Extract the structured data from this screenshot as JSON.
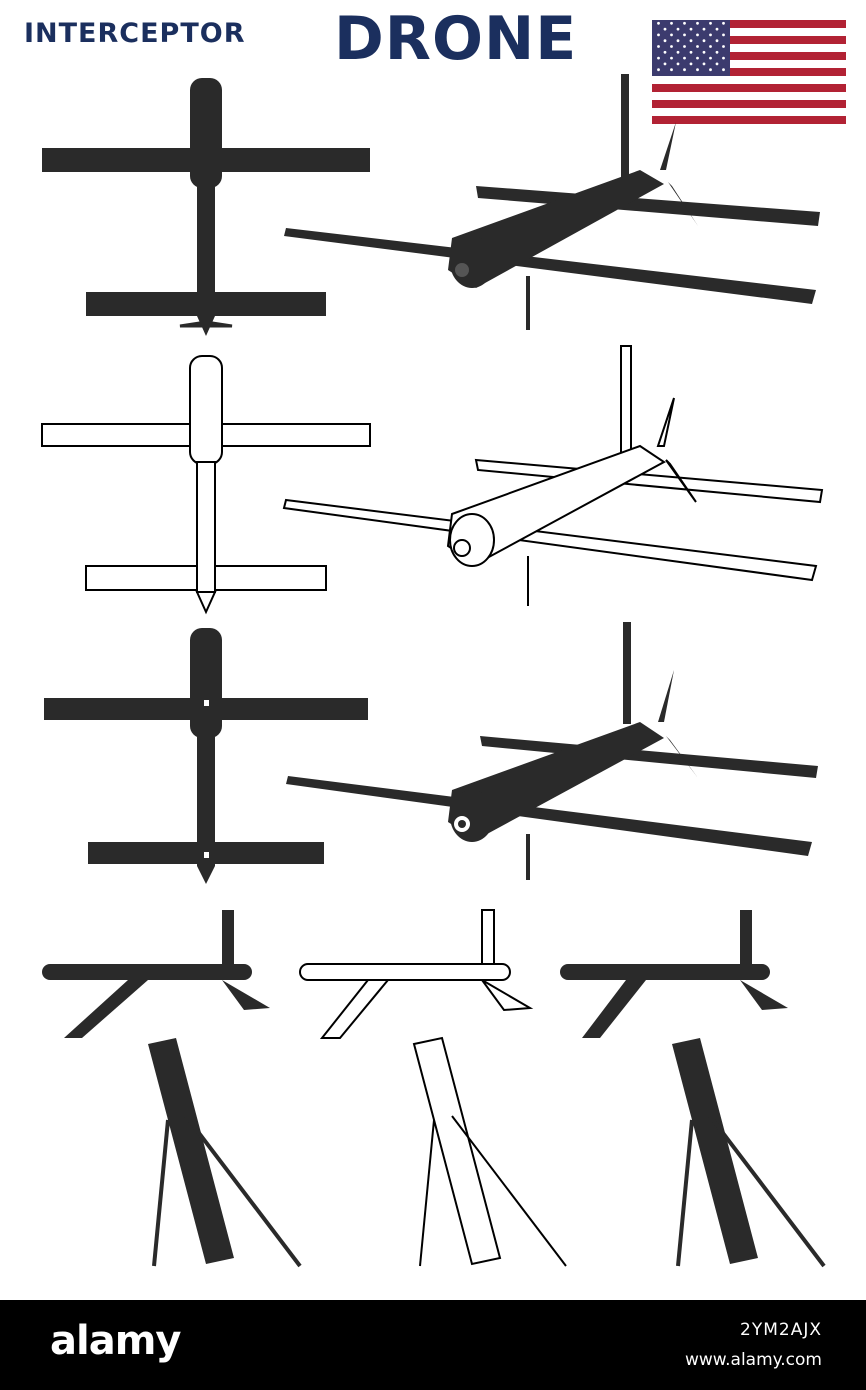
{
  "header": {
    "title_prefix": "INTERCEPTOR",
    "title_main": "DRONE",
    "title_color": "#1b2f5e",
    "flag_icon": "us-flag-icon"
  },
  "palette": {
    "dark_fill": "#2a2a2a",
    "outline": "#000000",
    "light_fill": "#ffffff",
    "flag_red": "#b22234",
    "flag_blue": "#3c3b6e"
  },
  "footer": {
    "logo": "alamy",
    "image_id": "2YM2AJX",
    "url": "www.alamy.com"
  }
}
